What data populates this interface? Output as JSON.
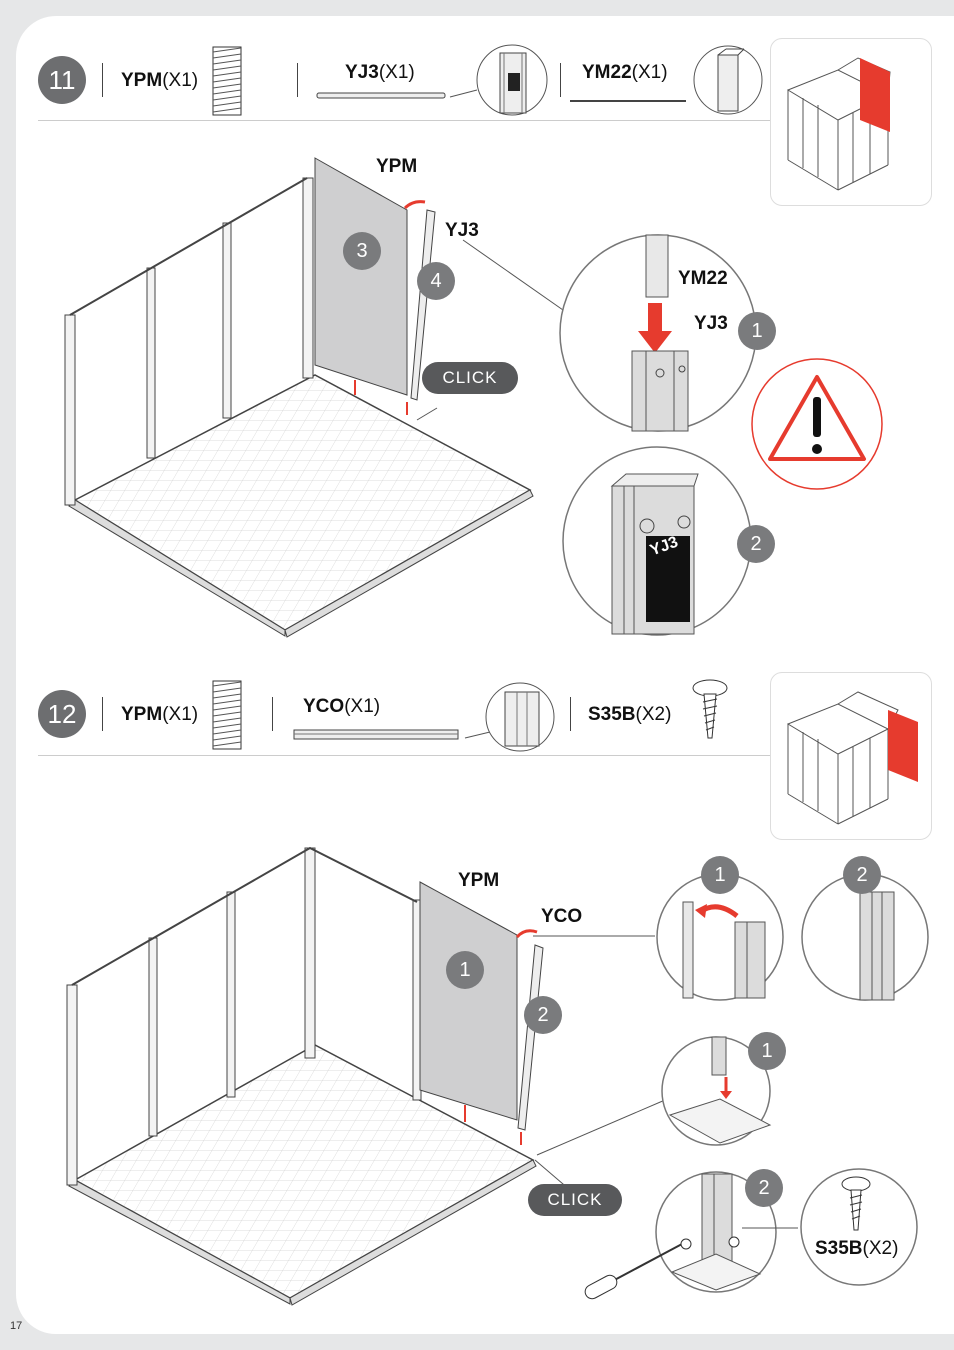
{
  "page_number": "17",
  "step11": {
    "number": "11",
    "parts": [
      {
        "code": "YPM",
        "qty": "(X1)"
      },
      {
        "code": "YJ3",
        "qty": "(X1)"
      },
      {
        "code": "YM22",
        "qty": "(X1)"
      }
    ],
    "callouts": {
      "panel": "YPM",
      "post": "YJ3",
      "detail_top": "YM22",
      "detail_bottom": "YJ3"
    },
    "badges": [
      "3",
      "4",
      "1",
      "2"
    ],
    "click": "CLICK",
    "sticker": "YJ3",
    "colors": {
      "highlight": "#e63b2e",
      "warning": "#e63b2e"
    }
  },
  "step12": {
    "number": "12",
    "parts": [
      {
        "code": "YPM",
        "qty": "(X1)"
      },
      {
        "code": "YCO",
        "qty": "(X1)"
      },
      {
        "code": "S35B",
        "qty": "(X2)"
      }
    ],
    "callouts": {
      "panel": "YPM",
      "post": "YCO",
      "screw_code": "S35B",
      "screw_qty": "(X2)"
    },
    "badges": [
      "1",
      "2",
      "1",
      "2",
      "1",
      "2"
    ],
    "click": "CLICK"
  }
}
